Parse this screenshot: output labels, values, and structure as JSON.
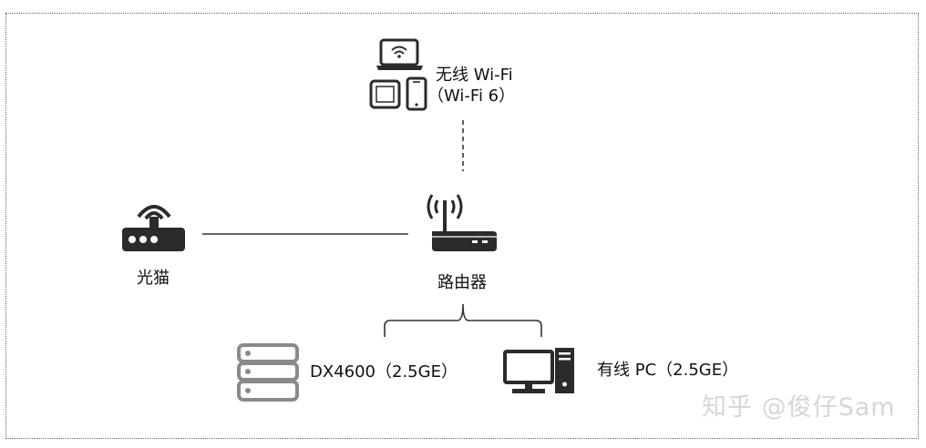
{
  "nodes": {
    "modem": {
      "label": "光猫"
    },
    "router": {
      "label": "路由器"
    },
    "wifi": {
      "line1": "无线 Wi-Fi",
      "line2": "（Wi-Fi 6）"
    },
    "nas": {
      "label": "DX4600（2.5GE）"
    },
    "pc": {
      "label": "有线 PC（2.5GE）"
    }
  },
  "watermark": "知乎 @俊仔Sam",
  "colors": {
    "icon": "#2b2b2b",
    "nas_icon": "#8a8a8a",
    "line": "#333333",
    "frame": "#666666"
  }
}
